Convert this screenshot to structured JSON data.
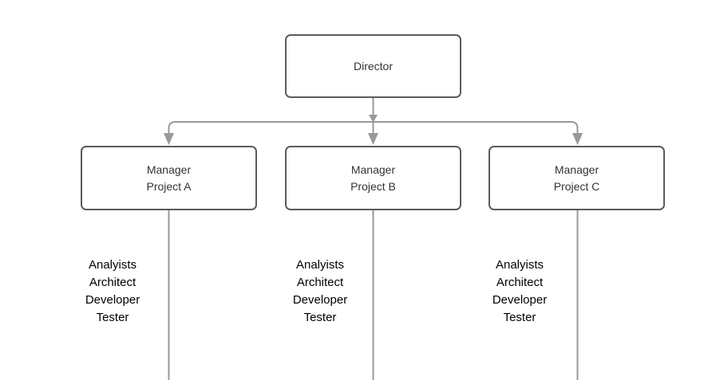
{
  "colors": {
    "background": "#ffffff",
    "node_border": "#5b5b5b",
    "node_fill": "#ffffff",
    "node_text": "#333333",
    "connector": "#999999",
    "team_text": "#000000"
  },
  "org_chart": {
    "root": {
      "label": "Director"
    },
    "managers": [
      {
        "role": "Manager",
        "project": "Project A",
        "team": [
          "Analyists",
          "Architect",
          "Developer",
          "Tester"
        ]
      },
      {
        "role": "Manager",
        "project": "Project B",
        "team": [
          "Analyists",
          "Architect",
          "Developer",
          "Tester"
        ]
      },
      {
        "role": "Manager",
        "project": "Project C",
        "team": [
          "Analyists",
          "Architect",
          "Developer",
          "Tester"
        ]
      }
    ]
  }
}
